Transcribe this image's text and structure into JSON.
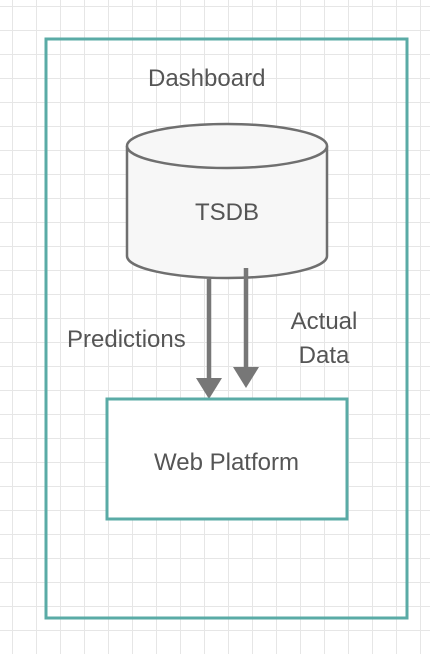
{
  "diagram": {
    "container": {
      "label": "Dashboard"
    },
    "database": {
      "label": "TSDB",
      "shape": "cylinder"
    },
    "component": {
      "label": "Web Platform"
    },
    "flows": [
      {
        "label": "Predictions",
        "from": "TSDB",
        "to": "Web Platform"
      },
      {
        "label_line1": "Actual",
        "label_line2": "Data",
        "from": "TSDB",
        "to": "Web Platform"
      }
    ],
    "colors": {
      "container_border": "#5aaba6",
      "component_border": "#5aaba6",
      "cylinder_fill": "#f7f7f7",
      "cylinder_stroke": "#6f6f6f",
      "arrow": "#777777",
      "text": "#555555",
      "grid": "#e6e6e6"
    }
  }
}
